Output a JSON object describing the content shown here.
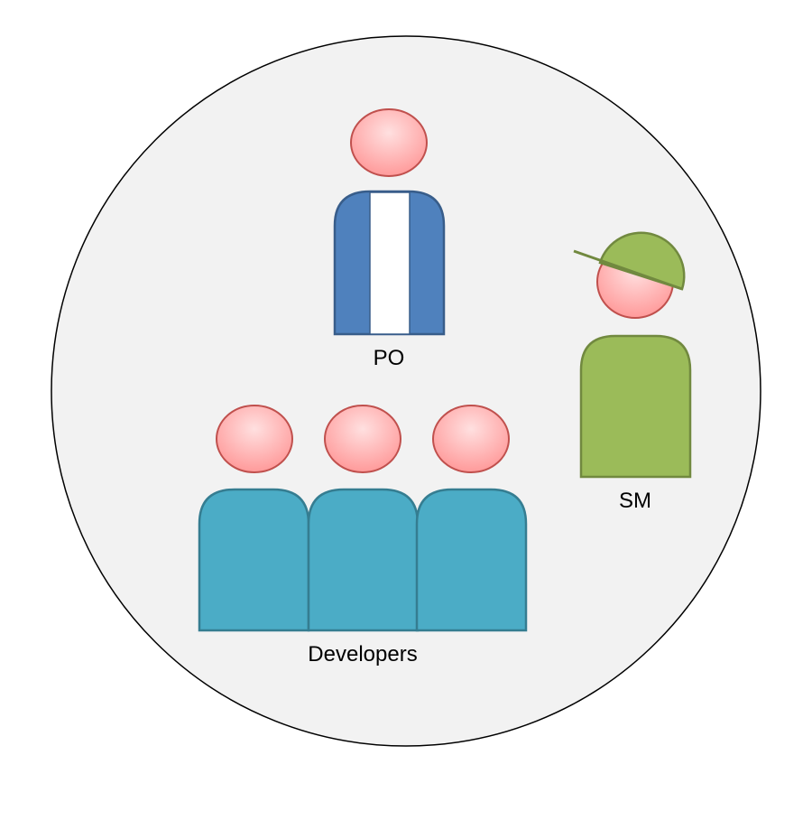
{
  "labels": {
    "po": "PO",
    "sm": "SM",
    "developers": "Developers"
  },
  "roles": [
    {
      "key": "po",
      "icon": "product-owner-person-icon",
      "body_color": "#4f81bd",
      "stripe_color": "#ffffff"
    },
    {
      "key": "sm",
      "icon": "scrum-master-person-with-cap-icon",
      "body_color": "#9bbb59",
      "cap_color": "#9bbb59"
    },
    {
      "key": "developers",
      "icon": "developer-person-icon",
      "count": 3,
      "body_color": "#4bacc6"
    }
  ],
  "colors": {
    "background_circle": "#f2f2f2",
    "circle_stroke": "#000000",
    "head_fill": "#ff9e9e",
    "head_stroke": "#c0504d"
  }
}
